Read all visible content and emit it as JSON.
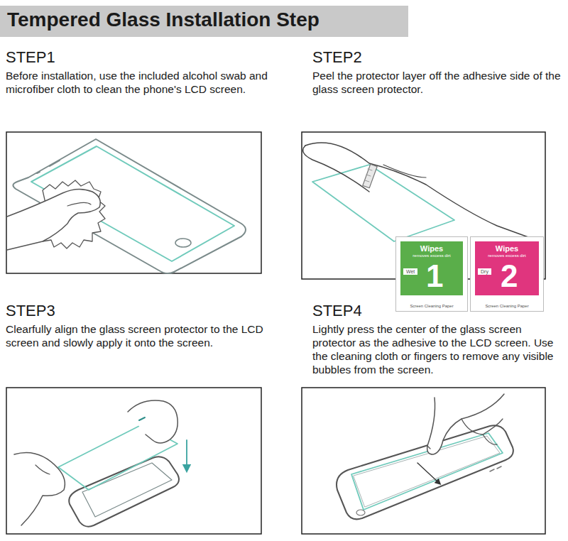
{
  "diagram": {
    "title": "Tempered Glass Installation Step",
    "nodes": [
      {
        "text": [
          "Wipes",
          "removes excess dirt",
          "Wet",
          "1",
          "Screen Cleaning Paper"
        ]
      },
      {
        "text": [
          "Wipes",
          "removes excess dirt",
          "Dry",
          "2",
          "Screen Cleaning Paper"
        ]
      }
    ],
    "labels": [
      "STEP1",
      "Before installation, use the included alcohol swab and microfiber cloth to clean the phone's LCD screen.",
      "STEP2",
      "Peel the protector layer off the adhesive side of the glass screen protector.",
      "STEP3",
      "Clearfully align the glass screen protector to the LCD screen and slowly apply it onto the screen.",
      "STEP4",
      "Lightly press the center of the glass screen protector as the adhesive to the LCD screen. Use the cleaning cloth or fingers to remove any visible bubbles from the screen."
    ]
  }
}
